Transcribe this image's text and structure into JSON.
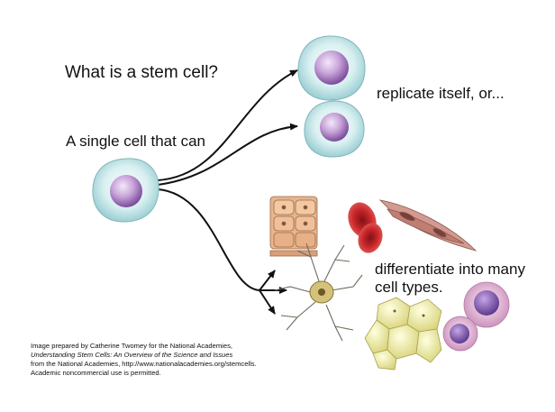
{
  "title": "What is a stem cell?",
  "subtitle": "A single cell that can",
  "replicate_label": "replicate itself, or...",
  "differentiate_label": "differentiate into many cell types.",
  "credit": {
    "line1": "Image prepared by Catherine Twomey for the National Academies,",
    "line2": "Understanding Stem Cells: An Overview of the Science and Issues",
    "line3": "from the National Academies, http://www.nationalacademies.org/stemcells.",
    "line4": "Academic noncommercial use is permitted."
  },
  "colors": {
    "cell_outer": "#bfe3e6",
    "cell_nucleus": "#c9a4d9",
    "red_cell": "#c8262b",
    "muscle": "#c98f84",
    "fat": "#f1eea8",
    "epithelium": "#e7b38c",
    "blood_outer": "#e4b8d6",
    "blood_nucleus": "#8e5fb6"
  },
  "icons": [
    "stem-cell-icon",
    "daughter-cell-icon",
    "epithelial-cells-icon",
    "red-blood-cell-icon",
    "muscle-cells-icon",
    "neuron-icon",
    "fat-cells-icon",
    "white-blood-cell-icon"
  ]
}
